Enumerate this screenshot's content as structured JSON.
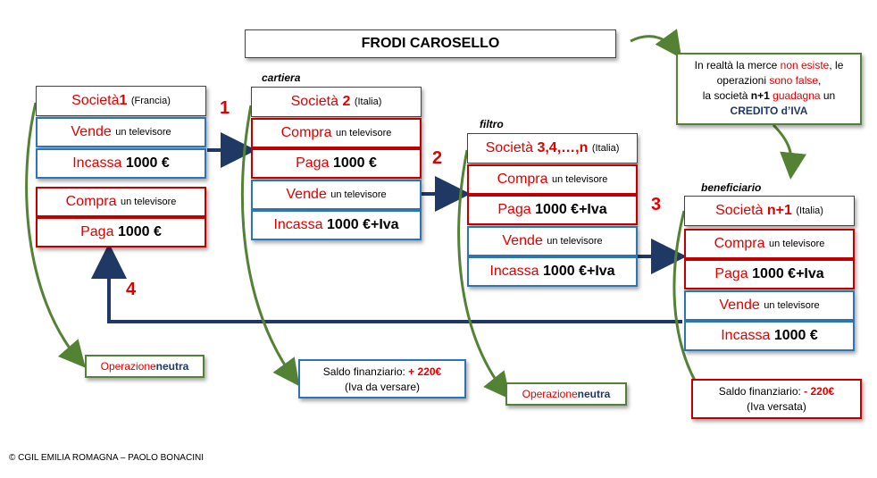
{
  "title": "FRODI CAROSELLO",
  "note": {
    "line1_a": "In realtà la merce ",
    "line1_b": "non esiste",
    "line1_c": ", le",
    "line2_a": "operazioni ",
    "line2_b": "sono false",
    "line2_c": ",",
    "line3_a": "la società ",
    "line3_b": "n+1",
    "line3_c": " guadagna",
    "line3_d": " un",
    "line4": "CREDITO d’IVA"
  },
  "labels": {
    "cartiera": "cartiera",
    "filtro": "filtro",
    "beneficiario": "beneficiario"
  },
  "steps": [
    "1",
    "2",
    "3",
    "4"
  ],
  "company1": {
    "name": "Società",
    "num": "1",
    "country": "(Francia)",
    "vende": "Vende",
    "vende_obj": "un televisore",
    "incassa": "Incassa",
    "incassa_amt": "1000 €",
    "compra": "Compra",
    "compra_obj": "un televisore",
    "paga": "Paga",
    "paga_amt": "1000 €",
    "outcome_a": "Operazione ",
    "outcome_b": "neutra"
  },
  "company2": {
    "name": "Società",
    "num": "2",
    "country": "(Italia)",
    "compra": "Compra",
    "compra_obj": "un televisore",
    "paga": "Paga",
    "paga_amt": "1000 €",
    "vende": "Vende",
    "vende_obj": "un televisore",
    "incassa": "Incassa",
    "incassa_amt": "1000 €+Iva",
    "outcome_a": "Saldo finanziario: ",
    "outcome_b": "+ 220€",
    "outcome_c": "(Iva da versare)"
  },
  "company3": {
    "name": "Società",
    "num": "3,4,…,n",
    "country": "(Italia)",
    "compra": "Compra",
    "compra_obj": "un televisore",
    "paga": "Paga",
    "paga_amt": "1000 €+Iva",
    "vende": "Vende",
    "vende_obj": "un televisore",
    "incassa": "Incassa",
    "incassa_amt": "1000 €+Iva",
    "outcome_a": "Operazione ",
    "outcome_b": "neutra"
  },
  "company4": {
    "name": "Società",
    "num": "n+1",
    "country": "(Italia)",
    "compra": "Compra",
    "compra_obj": "un televisore",
    "paga": "Paga",
    "paga_amt": "1000 €+Iva",
    "vende": "Vende",
    "vende_obj": "un televisore",
    "incassa": "Incassa",
    "incassa_amt": "1000 €",
    "outcome_a": "Saldo finanziario: ",
    "outcome_b": "- 220€",
    "outcome_c": "(Iva versata)"
  },
  "credit": "© CGIL EMILIA ROMAGNA – PAOLO BONACINI",
  "colors": {
    "red": "#c00000",
    "blue": "#2e75b6",
    "green": "#548235",
    "navy": "#1f3864"
  }
}
